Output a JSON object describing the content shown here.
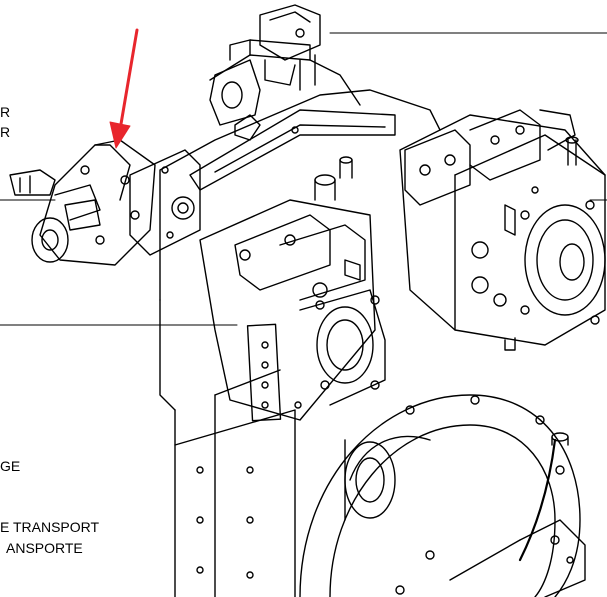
{
  "labels": {
    "r1": "R",
    "r2": "R",
    "ge": "GE",
    "transport": "E TRANSPORT",
    "ransporte": "ANSPORTE"
  },
  "colors": {
    "arrow": "#e8262d",
    "line": "#000000",
    "background": "#ffffff"
  },
  "icons": [
    "red-pointer-arrow",
    "bolt-icon",
    "hose-icon"
  ]
}
